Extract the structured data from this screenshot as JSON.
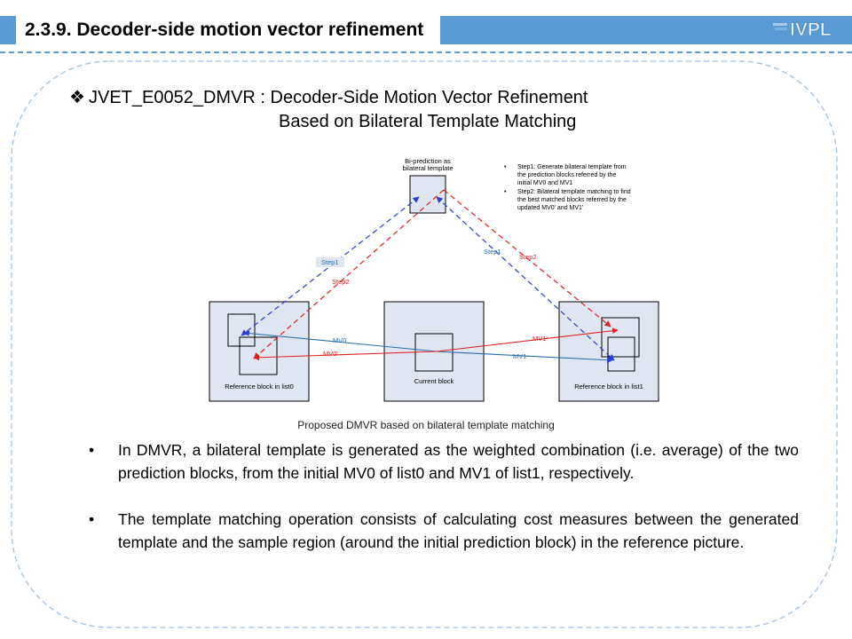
{
  "header": {
    "title": "2.3.9. Decoder-side motion vector refinement",
    "logo_text": "IVPL",
    "accent_color": "#5b9bd5"
  },
  "headline": {
    "bullet_icon": "four-diamond-bullet",
    "line1": "JVET_E0052_DMVR : Decoder-Side Motion Vector Refinement",
    "line2": "Based on Bilateral Template Matching"
  },
  "figure": {
    "template_label_line1": "Bi-prediction as",
    "template_label_line2": "bilateral template",
    "steps": [
      "Step1: Generate bilateral template from",
      "the prediction blocks referred by the",
      "initial MV0 and MV1",
      "Step2: Bilateral template matching to find",
      "the best matched blocks referred by the",
      "updated MV0' and MV1'"
    ],
    "step1_label": "Step1",
    "step2_label": "Step2",
    "ref0_label": "Reference block in list0",
    "current_label": "Current block",
    "ref1_label": "Reference block in list1",
    "mv0": "MV0",
    "mv0p": "MV0'",
    "mv1": "MV1",
    "mv1p": "MV1'",
    "blue_color": "#2a3fd4",
    "red_color": "#e02020"
  },
  "caption": "Proposed DMVR based on bilateral template matching",
  "points": [
    "In DMVR, a bilateral template is generated as the weighted combination (i.e. average) of the two prediction blocks, from the initial MV0 of list0 and MV1 of list1, respectively.",
    "The template matching operation consists of calculating cost measures between the generated template and the sample region (around the initial prediction block) in the reference picture."
  ]
}
